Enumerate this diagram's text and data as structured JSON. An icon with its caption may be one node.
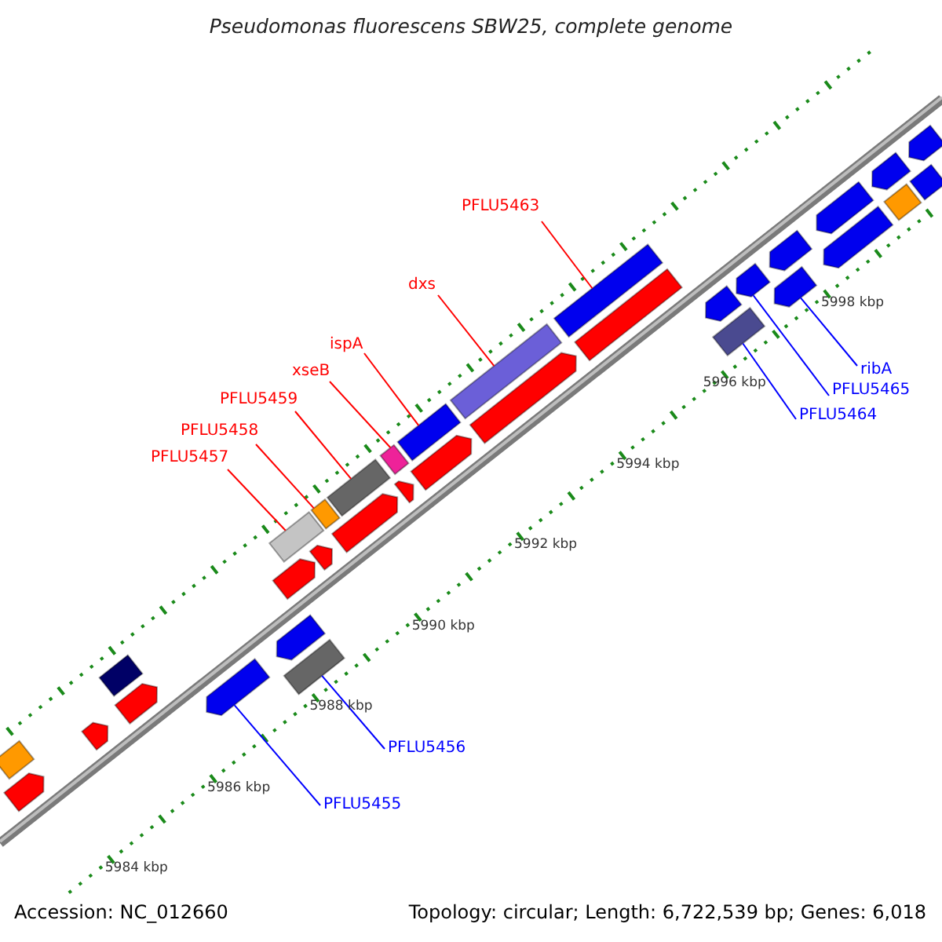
{
  "diagram": {
    "title": "Pseudomonas fluorescens SBW25, complete genome",
    "nodes": [
      {
        "text": [
          "PFLU5463"
        ]
      },
      {
        "text": [
          "dxs"
        ]
      },
      {
        "text": [
          "ispA"
        ]
      },
      {
        "text": [
          "xseB"
        ]
      },
      {
        "text": [
          "PFLU5459"
        ]
      },
      {
        "text": [
          "PFLU5458"
        ]
      },
      {
        "text": [
          "PFLU5457"
        ]
      },
      {
        "text": [
          "ribA"
        ]
      },
      {
        "text": [
          "PFLU5465"
        ]
      },
      {
        "text": [
          "PFLU5464"
        ]
      },
      {
        "text": [
          "PFLU5456"
        ]
      },
      {
        "text": [
          "PFLU5455"
        ]
      },
      {
        "text": [],
        "shape": "bar"
      },
      {
        "text": [],
        "shape": "bar"
      },
      {
        "text": [],
        "shape": "bar"
      },
      {
        "text": [],
        "shape": "bar"
      },
      {
        "text": [],
        "shape": "bar"
      },
      {
        "text": [],
        "shape": "bar"
      },
      {
        "text": [],
        "shape": "bar"
      },
      {
        "text": [],
        "shape": "arrow"
      },
      {
        "text": [],
        "shape": "arrow"
      },
      {
        "text": [],
        "shape": "bar"
      },
      {
        "text": [],
        "shape": "bar"
      },
      {
        "text": [],
        "shape": "arrow"
      },
      {
        "text": [],
        "shape": "arrow"
      },
      {
        "text": [],
        "shape": "bar"
      },
      {
        "text": [],
        "shape": "arrow"
      },
      {
        "text": [],
        "shape": "arrow"
      },
      {
        "text": [],
        "shape": "bar"
      },
      {
        "text": [],
        "shape": "arrow"
      },
      {
        "text": [],
        "shape": "arrow"
      },
      {
        "text": [],
        "shape": "arrow"
      },
      {
        "text": [],
        "shape": "arrow"
      },
      {
        "text": [],
        "shape": "arrow"
      },
      {
        "text": [],
        "shape": "arrow"
      },
      {
        "text": [],
        "shape": "bar"
      },
      {
        "text": [],
        "shape": "arrow"
      },
      {
        "text": [],
        "shape": "arrow"
      },
      {
        "text": [],
        "shape": "arrow"
      },
      {
        "text": [],
        "shape": "arrow"
      },
      {
        "text": [],
        "shape": "arrow"
      },
      {
        "text": [],
        "shape": "arrow"
      },
      {
        "text": [],
        "shape": "arrow"
      },
      {
        "text": [],
        "shape": "bar"
      },
      {
        "text": [],
        "shape": "bar"
      }
    ],
    "edges": [
      {
        "from": 0,
        "to": 12,
        "arrow": "none"
      },
      {
        "from": 1,
        "to": 13,
        "arrow": "none"
      },
      {
        "from": 2,
        "to": 14,
        "arrow": "none"
      },
      {
        "from": 3,
        "to": 15,
        "arrow": "none"
      },
      {
        "from": 4,
        "to": 16,
        "arrow": "none"
      },
      {
        "from": 5,
        "to": 17,
        "arrow": "none"
      },
      {
        "from": 6,
        "to": 18,
        "arrow": "none"
      },
      {
        "from": 7,
        "to": 19,
        "arrow": "none",
        "color": "#0000ff"
      },
      {
        "from": 8,
        "to": 20,
        "arrow": "none",
        "color": "#0000ff"
      },
      {
        "from": 9,
        "to": 21,
        "arrow": "none",
        "color": "#0000ff"
      },
      {
        "from": 10,
        "to": 22,
        "arrow": "none",
        "color": "#0000ff"
      },
      {
        "from": 11,
        "to": 23,
        "arrow": "none",
        "color": "#0000ff"
      }
    ],
    "labels": [
      "5984 kbp",
      "5986 kbp",
      "5988 kbp",
      "5990 kbp",
      "5992 kbp",
      "5994 kbp",
      "5996 kbp",
      "5998 kbp",
      "Accession: NC_012660",
      "Topology: circular; Length: 6,722,539 bp; Genes: 6,018"
    ]
  }
}
